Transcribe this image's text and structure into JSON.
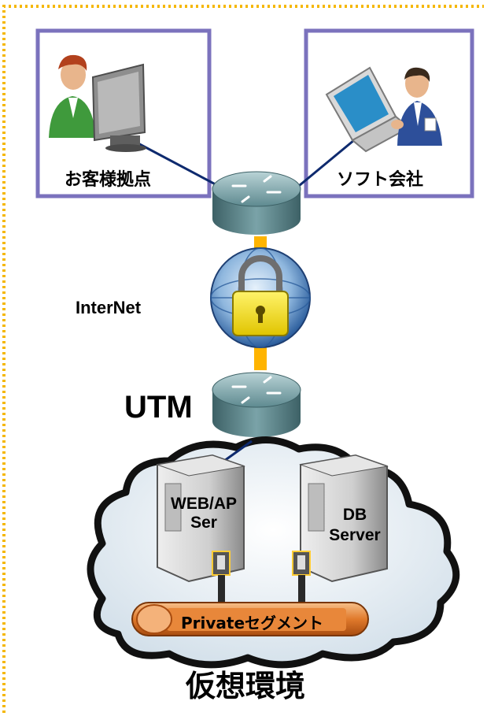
{
  "labels": {
    "customer_site": "お客様拠点",
    "software_company": "ソフト会社",
    "internet": "InterNet",
    "utm": "UTM",
    "web_ap_server": "WEB/AP Ser",
    "db_server": "DB Server",
    "private_segment": "Privateセグメント",
    "virtual_environment": "仮想環境"
  },
  "colors": {
    "dotted_border": "#f5b700",
    "site_box_border": "#7b72bd",
    "vpn_link": "#ffb400",
    "cable": "#0e2a6e",
    "router": "#6f9aa0",
    "private_bar": "#e07a2c"
  },
  "icons": {
    "customer": "user-at-desktop-icon",
    "software": "user-with-laptop-icon",
    "router": "router-icon",
    "internet": "globe-with-lock-icon",
    "server": "tower-server-icon"
  }
}
